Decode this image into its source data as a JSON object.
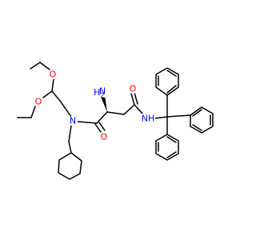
{
  "molecule": {
    "atom_labels": {
      "o_ether_top": "O",
      "o_ether_bottom": "O",
      "n_amide_left": "N",
      "o_carbonyl_left": "O",
      "nh2_main": "H",
      "nh2_sub": "2",
      "nh2_prefix": "N",
      "o_carbonyl_right": "O",
      "nh_amide_right": "NH"
    },
    "colors": {
      "oxygen": "#ff0000",
      "nitrogen": "#0000ff",
      "bond": "#000000",
      "background": "#ffffff"
    }
  }
}
